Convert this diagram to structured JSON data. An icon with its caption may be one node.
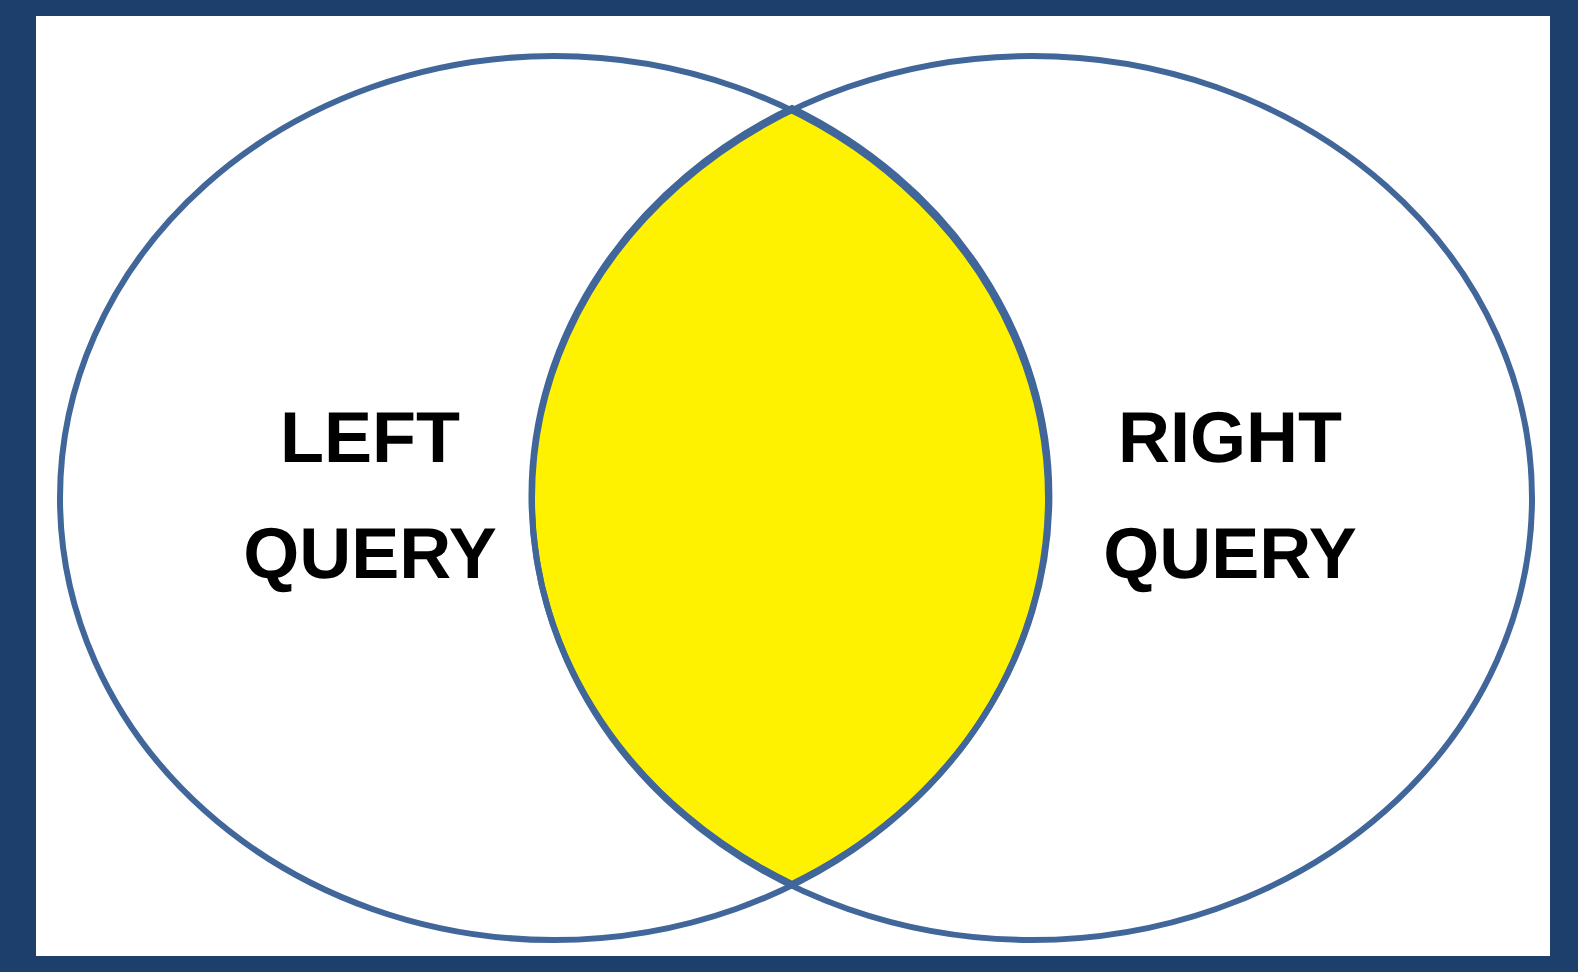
{
  "diagram": {
    "nodes": [
      {
        "text": [
          "LEFT QUERY"
        ]
      },
      {
        "text": [],
        "shape": "lens"
      },
      {
        "text": [
          "RIGHT QUERY"
        ]
      }
    ]
  }
}
